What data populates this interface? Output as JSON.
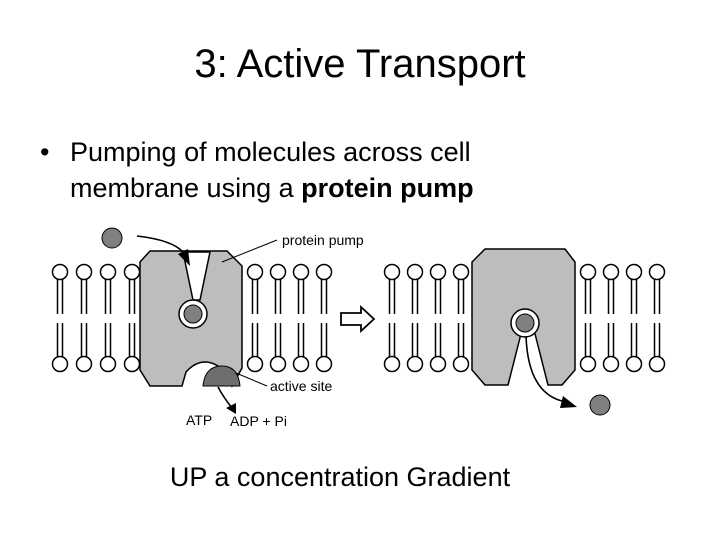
{
  "slide": {
    "title": "3: Active Transport",
    "bullet": {
      "marker": "•",
      "text_before": "Pumping of molecules across cell membrane using a ",
      "text_bold": "protein pump"
    },
    "caption": "UP a concentration Gradient"
  },
  "diagram": {
    "labels": {
      "protein_pump": "protein pump",
      "active_site": "active site",
      "atp": "ATP",
      "adp_pi": "ADP + Pi"
    },
    "colors": {
      "protein": "#bdbdbd",
      "molecule": "#808080",
      "active_site": "#6e6e6e",
      "stroke": "#000000"
    },
    "transition_arrow_icon": "hollow-right-arrow-icon"
  }
}
